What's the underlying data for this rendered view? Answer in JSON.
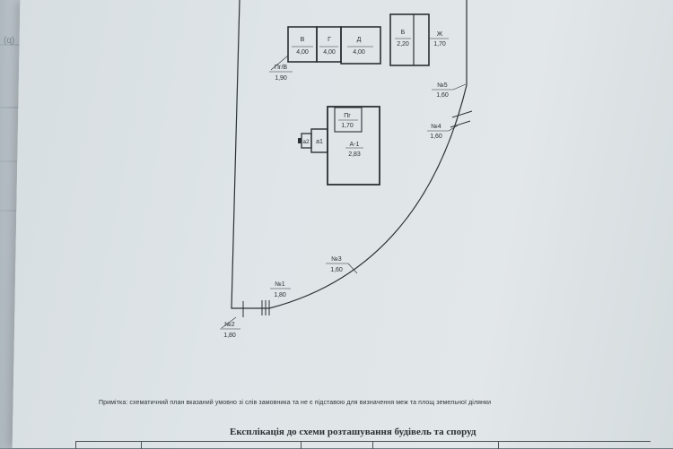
{
  "plan": {
    "structures": {
      "v": {
        "letter": "В",
        "value": "4,00"
      },
      "g": {
        "letter": "Г",
        "value": "4,00"
      },
      "d": {
        "letter": "Д",
        "value": "4,00"
      },
      "b": {
        "letter": "Б",
        "value": "2,20"
      },
      "zh": {
        "letter": "Ж",
        "value": "1,70"
      },
      "pg_v": {
        "letter": "Пг/В",
        "value": "1,90"
      },
      "pg": {
        "letter": "Пг",
        "value": "1,70"
      },
      "a1_house": {
        "letter": "А-1",
        "value": "2,83"
      },
      "a1": {
        "letter": "а1"
      },
      "a2": {
        "letter": "а2"
      }
    },
    "fences": {
      "n1": {
        "label": "№1",
        "value": "1,80"
      },
      "n2": {
        "label": "№2",
        "value": "1,80"
      },
      "n3": {
        "label": "№3",
        "value": "1,60"
      },
      "n4": {
        "label": "№4",
        "value": "1,60"
      },
      "n5": {
        "label": "№5",
        "value": "1,60"
      }
    }
  },
  "note": "Примітка: схематичний план вказаний умовно зі слів замовника та не є підставою для визначення меж та площ земельної ділянки",
  "heading": "Експлікація до схеми розташування будівель та споруд",
  "left_page_fragment": "(q)"
}
